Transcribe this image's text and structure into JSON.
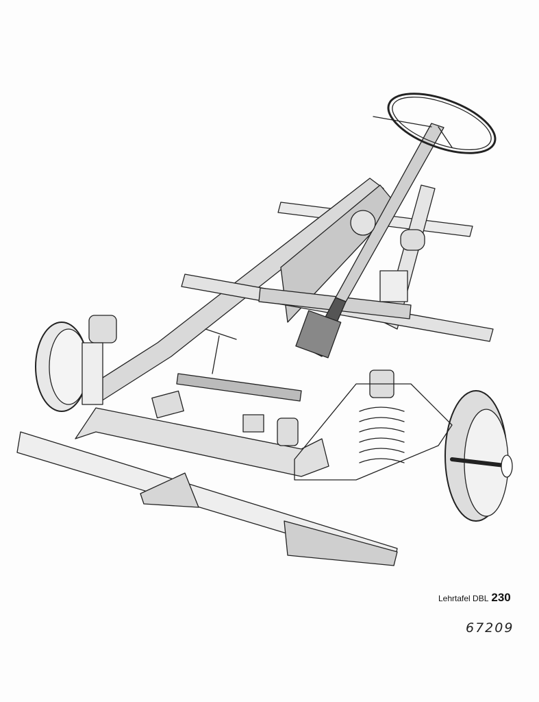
{
  "caption": {
    "label": "Lehrtafel DBL",
    "number": "230"
  },
  "plate_number": "67209"
}
